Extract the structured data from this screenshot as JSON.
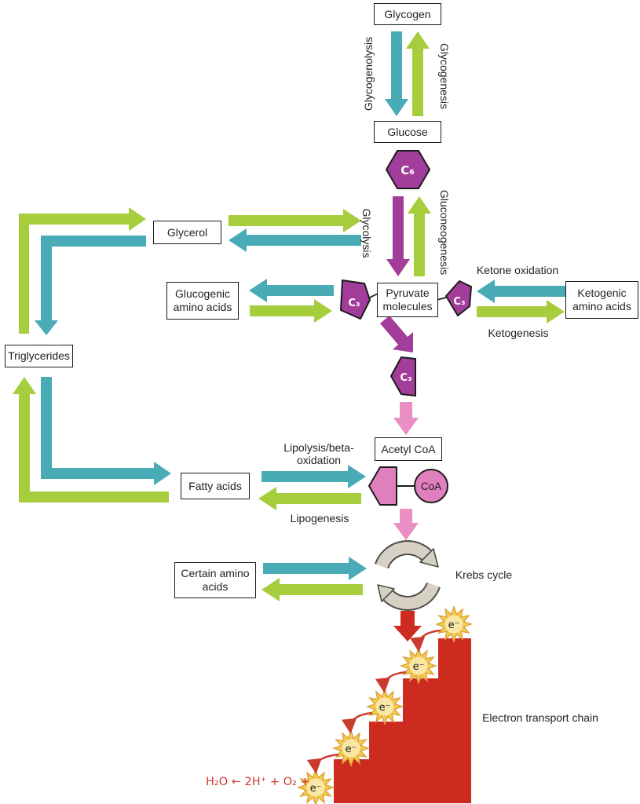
{
  "boxes": {
    "glycogen": "Glycogen",
    "glucose": "Glucose",
    "glycerol": "Glycerol",
    "glucogenic_amino_acids": "Glucogenic amino acids",
    "pyruvate_molecules": "Pyruvate molecules",
    "ketogenic_amino_acids": "Ketogenic amino acids",
    "triglycerides": "Triglycerides",
    "fatty_acids": "Fatty acids",
    "acetyl_coa": "Acetyl CoA",
    "certain_amino_acids": "Certain amino acids"
  },
  "labels": {
    "glycogenolysis": "Glycogenolysis",
    "glycogenesis": "Glycogenesis",
    "glycolysis": "Glycolysis",
    "gluconeogenesis": "Gluconeogenesis",
    "ketone_oxidation": "Ketone oxidation",
    "ketogenesis": "Ketogenesis",
    "lipolysis_beta_oxidation": "Lipolysis/beta-\noxidation",
    "lipogenesis": "Lipogenesis",
    "krebs_cycle": "Krebs cycle",
    "electron_transport_chain": "Electron transport chain"
  },
  "molecules": {
    "c6": "C₆",
    "c3": "C₃",
    "coa": "CoA",
    "electron": "e⁻"
  },
  "equation": "H₂O ← 2H⁺ + O₂ +",
  "colors": {
    "teal": "#49abb6",
    "green": "#a6cd3c",
    "purple": "#a33d9c",
    "pink_arrow": "#e98fc4",
    "pink_shape": "#e07fbe",
    "red": "#ce2b20",
    "red_electron": "#cb3a2e",
    "krebs_ring": "#d7d0c5",
    "star_yellow": "#f4ca4d",
    "text": "#231f20"
  }
}
